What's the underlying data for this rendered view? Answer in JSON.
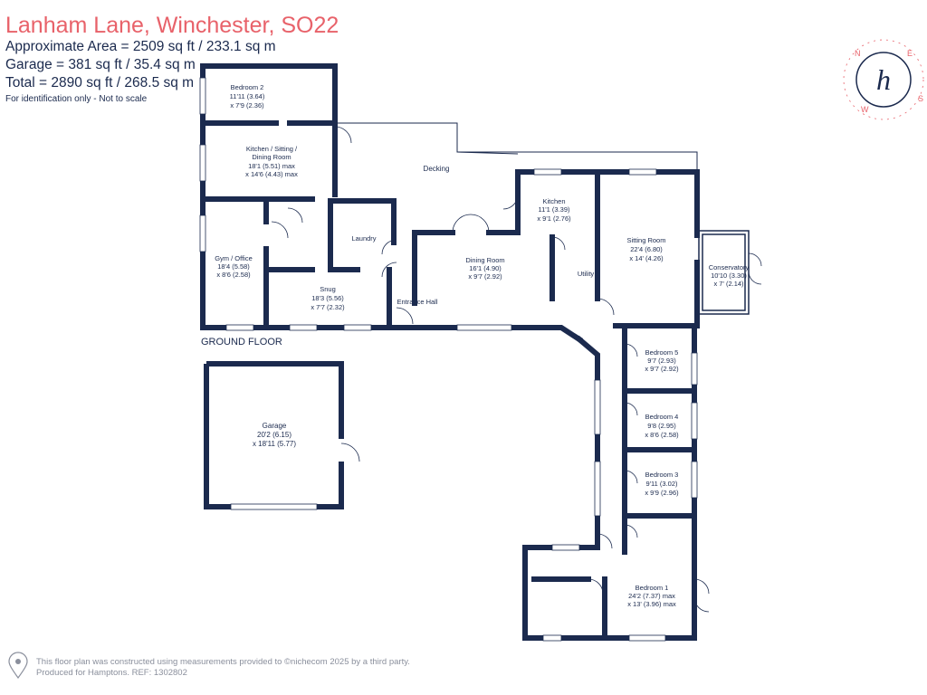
{
  "header": {
    "title": "Lanham Lane, Winchester, SO22",
    "approx_area": "Approximate Area = 2509 sq ft / 233.1 sq m",
    "garage_area": "Garage = 381 sq ft / 35.4 sq m",
    "total_area": "Total = 2890 sq ft / 268.5 sq m",
    "note": "For identification only - Not to scale"
  },
  "compass": {
    "n": "N",
    "e": "E",
    "s": "S",
    "w": "W",
    "logo": "h"
  },
  "floor_label": "GROUND FLOOR",
  "rooms": {
    "bedroom2": {
      "name": "Bedroom 2",
      "d1": "11'11 (3.64)",
      "d2": "x 7'9 (2.36)"
    },
    "kitchen_sitting": {
      "name": "Kitchen / Sitting /",
      "name2": "Dining Room",
      "d1": "18'1 (5.51) max",
      "d2": "x 14'6 (4.43) max"
    },
    "decking": {
      "name": "Decking"
    },
    "laundry": {
      "name": "Laundry"
    },
    "gym": {
      "name": "Gym / Office",
      "d1": "18'4 (5.58)",
      "d2": "x 8'6 (2.58)"
    },
    "snug": {
      "name": "Snug",
      "d1": "18'3 (5.56)",
      "d2": "x 7'7 (2.32)"
    },
    "entrance": {
      "name": "Entrance Hall"
    },
    "dining": {
      "name": "Dining Room",
      "d1": "16'1 (4.90)",
      "d2": "x 9'7 (2.92)"
    },
    "kitchen": {
      "name": "Kitchen",
      "d1": "11'1 (3.39)",
      "d2": "x 9'1 (2.76)"
    },
    "utility": {
      "name": "Utility"
    },
    "sitting": {
      "name": "Sitting Room",
      "d1": "22'4 (6.80)",
      "d2": "x 14' (4.26)"
    },
    "conservatory": {
      "name": "Conservatory",
      "d1": "10'10 (3.30)",
      "d2": "x 7' (2.14)"
    },
    "bedroom5": {
      "name": "Bedroom 5",
      "d1": "9'7 (2.93)",
      "d2": "x 9'7 (2.92)"
    },
    "bedroom4": {
      "name": "Bedroom 4",
      "d1": "9'8 (2.95)",
      "d2": "x 8'6 (2.58)"
    },
    "bedroom3": {
      "name": "Bedroom 3",
      "d1": "9'11 (3.02)",
      "d2": "x 9'9 (2.96)"
    },
    "bedroom1": {
      "name": "Bedroom 1",
      "d1": "24'2 (7.37) max",
      "d2": "x 13' (3.96) max"
    },
    "garage": {
      "name": "Garage",
      "d1": "20'2 (6.15)",
      "d2": "x 18'11 (5.77)"
    }
  },
  "footer": {
    "line1": "This floor plan was constructed using measurements provided to ©nichecom 2025 by a third party.",
    "line2": "Produced for Hamptons.   REF: 1302802"
  },
  "colors": {
    "wall": "#1b2a4e",
    "title": "#e8626a",
    "footer": "#8a8f9c"
  }
}
